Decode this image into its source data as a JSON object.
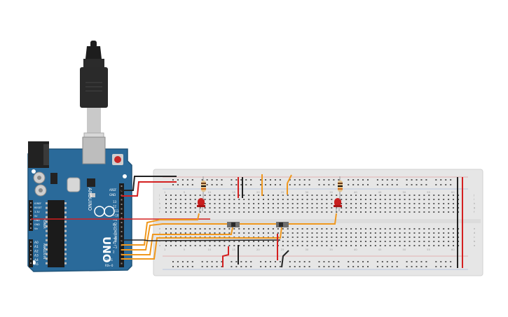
{
  "arduino": {
    "model_text": "UNO",
    "brand_text": "ARDUINO",
    "aref_label": "AREF",
    "gnd_label": "GND",
    "digital_label": "DIGITAL (PWM~)",
    "tx_label": "TX→1",
    "rx_label": "RX←0",
    "power_label": "POWER",
    "analog_label": "ANALOG IN",
    "power_pins": [
      "IOREF",
      "RESET",
      "3.3V",
      "5V",
      "GND",
      "GND",
      "Vin"
    ],
    "analog_pins": [
      "A0",
      "A1",
      "A2",
      "A3",
      "A4",
      "A5"
    ],
    "digital_pins": [
      "13",
      "12",
      "~11",
      "~10",
      "~9",
      "8",
      "7",
      "~6",
      "~5",
      "4",
      "~3",
      "2"
    ]
  },
  "breadboard": {
    "column_numbers_top": [
      "1",
      "5",
      "10",
      "15",
      "20",
      "25",
      "30",
      "35",
      "40",
      "45",
      "50",
      "55",
      "60"
    ],
    "row_letters_top": [
      "j",
      "i",
      "h",
      "g",
      "f"
    ],
    "row_letters_bottom": [
      "e",
      "d",
      "c",
      "b",
      "a"
    ]
  },
  "colors": {
    "board_blue": "#2a6a9a",
    "board_edge": "#1f5379",
    "breadboard": "#e6e6e6",
    "wire_red": "#d42020",
    "wire_black": "#222222",
    "wire_orange": "#f0981e",
    "led_red": "#c81e1e"
  },
  "components": [
    {
      "name": "led",
      "count": 2
    },
    {
      "name": "resistor",
      "count": 2
    },
    {
      "name": "slide-switch",
      "count": 2
    },
    {
      "name": "usb-cable",
      "count": 1
    }
  ]
}
